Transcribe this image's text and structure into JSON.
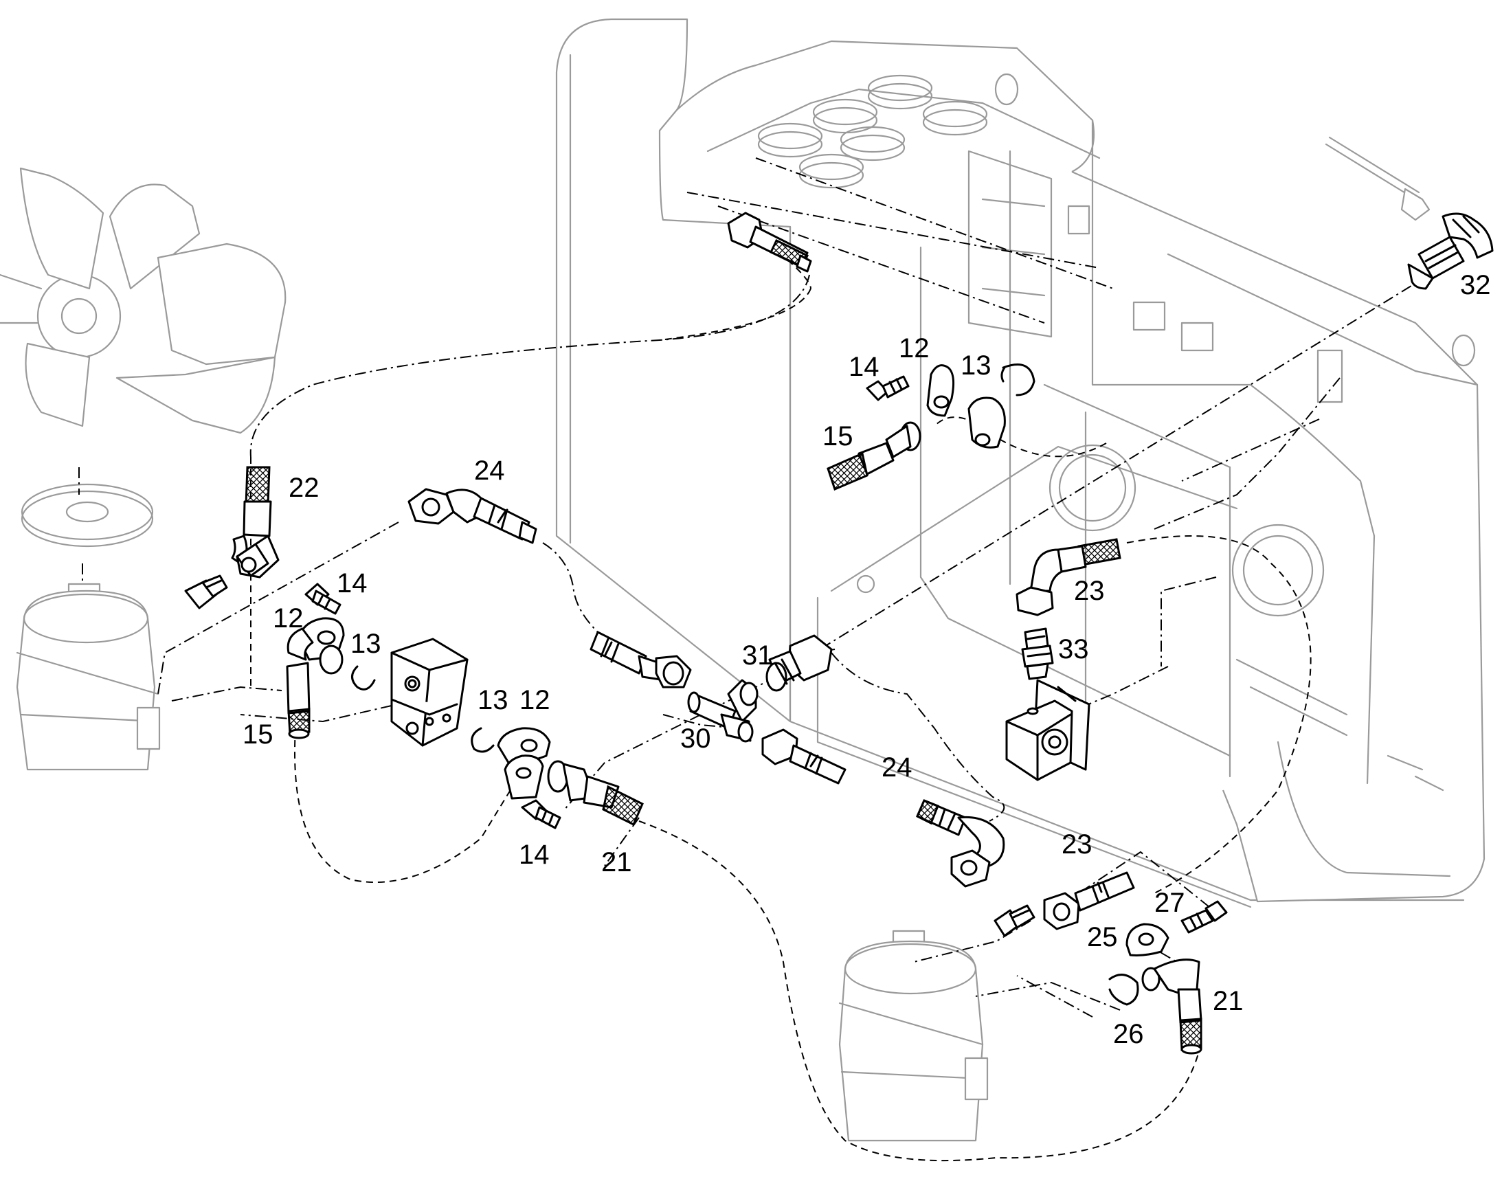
{
  "colors": {
    "line": "#000000",
    "background_part": "#9a9a9a",
    "paper": "#ffffff"
  },
  "callouts": [
    {
      "id": "c-32",
      "text": "32"
    },
    {
      "id": "c-14-top",
      "text": "14"
    },
    {
      "id": "c-12-top",
      "text": "12"
    },
    {
      "id": "c-13-top",
      "text": "13"
    },
    {
      "id": "c-15-top",
      "text": "15"
    },
    {
      "id": "c-22",
      "text": "22"
    },
    {
      "id": "c-24-top",
      "text": "24"
    },
    {
      "id": "c-23-right",
      "text": "23"
    },
    {
      "id": "c-33",
      "text": "33"
    },
    {
      "id": "c-31",
      "text": "31"
    },
    {
      "id": "c-14-mid",
      "text": "14"
    },
    {
      "id": "c-12-mid",
      "text": "12"
    },
    {
      "id": "c-13-mid",
      "text": "13"
    },
    {
      "id": "c-15-left",
      "text": "15"
    },
    {
      "id": "c-13-low",
      "text": "13"
    },
    {
      "id": "c-12-low",
      "text": "12"
    },
    {
      "id": "c-30",
      "text": "30"
    },
    {
      "id": "c-24-low",
      "text": "24"
    },
    {
      "id": "c-14-low",
      "text": "14"
    },
    {
      "id": "c-21-low",
      "text": "21"
    },
    {
      "id": "c-23-low",
      "text": "23"
    },
    {
      "id": "c-27",
      "text": "27"
    },
    {
      "id": "c-25",
      "text": "25"
    },
    {
      "id": "c-21-right",
      "text": "21"
    },
    {
      "id": "c-26",
      "text": "26"
    }
  ]
}
